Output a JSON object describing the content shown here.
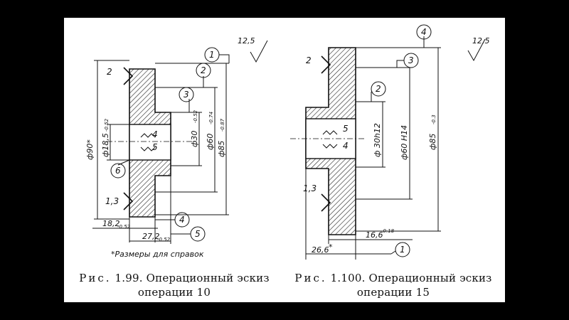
{
  "figure_left": {
    "caption_prefix": "Рис.",
    "caption_title": "1.99. Операционный эскиз",
    "caption_line2": "операции 10",
    "roughness": "12,5",
    "note": "*Размеры для справок",
    "labels": {
      "d90": "ф90*",
      "d85": "ф85",
      "d85_tol": "-0.87",
      "d60": "ф60",
      "d60_tol": "-0.74",
      "d30": "ф30",
      "d30_tol": "-0.52",
      "d18": "ф18,5",
      "d18_tol": "-0.52",
      "len18": "18,2",
      "len18_tol": "-0.52",
      "len27": "27,2",
      "len27_tol": "-0.52",
      "support2": "2",
      "support13": "1,3",
      "center4": "4",
      "center5": "5"
    },
    "circles": [
      "1",
      "2",
      "3",
      "4",
      "5",
      "6"
    ]
  },
  "figure_right": {
    "caption_prefix": "Рис.",
    "caption_title": "1.100. Операционный эскиз",
    "caption_line2": "операции 15",
    "roughness": "12,5",
    "labels": {
      "d85": "ф85",
      "d85_tol": "-0.3",
      "d60": "ф60 H14",
      "d30": "ф 30h12",
      "len16": "16,6",
      "len16_tol": "-0.18",
      "len26": "26,6",
      "star": "*",
      "support2": "2",
      "support13": "1,3",
      "center5": "5",
      "center4": "4"
    },
    "circles": [
      "1",
      "2",
      "3",
      "4"
    ]
  }
}
